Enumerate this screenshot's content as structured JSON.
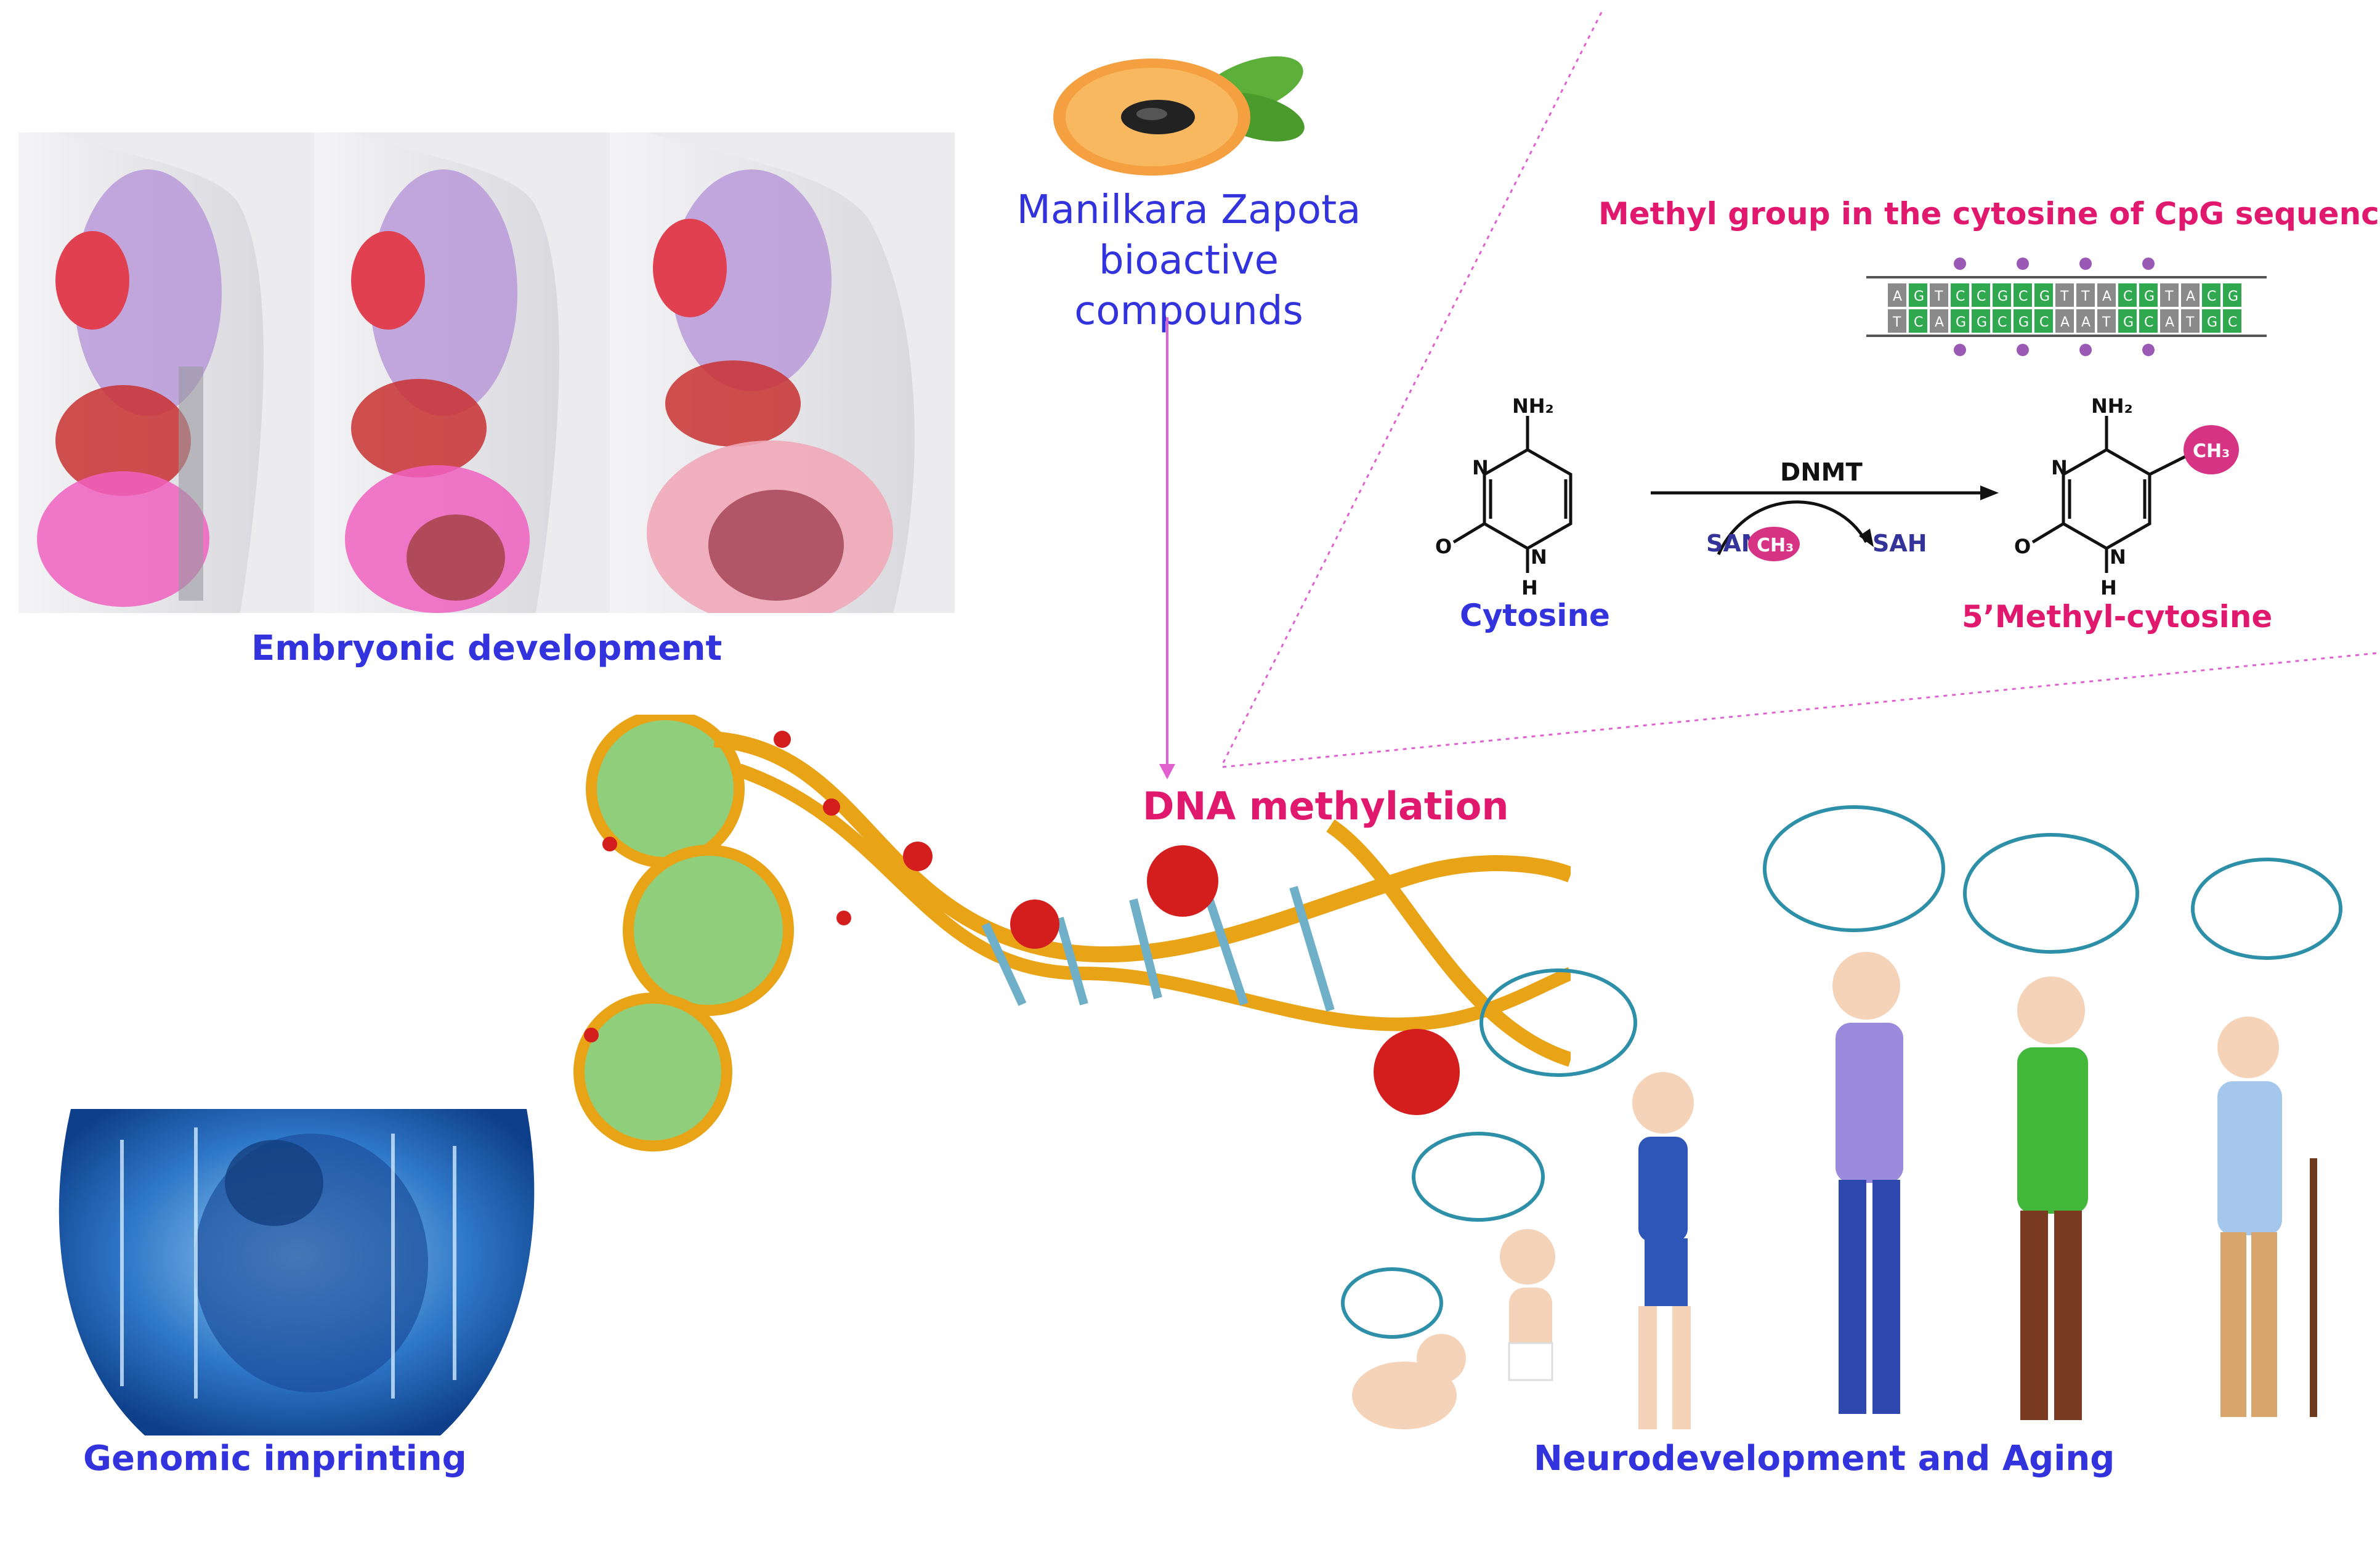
{
  "labels": {
    "embryonic": "Embryonic development",
    "fruit_line1": "Manilkara Zapota",
    "fruit_line2": "bioactive compounds",
    "methyl_group": "Methyl group in the cytosine of CpG sequence",
    "dna_methylation": "DNA methylation",
    "genomic_imprinting": "Genomic imprinting",
    "neuro_aging": "Neurodevelopment and Aging"
  },
  "reaction": {
    "substrate": "Cytosine",
    "product": "5’Methyl-cytosine",
    "enzyme": "DNMT",
    "donor_prefix": "SAM",
    "methyl": "CH₃",
    "byproduct": "SAH",
    "nh2": "NH₂",
    "n": "N",
    "o": "O",
    "h": "H"
  },
  "cpg_strand": {
    "top": [
      "A",
      "G",
      "T",
      "C",
      "C",
      "G",
      "C",
      "G",
      "T",
      "T",
      "A",
      "C",
      "G",
      "T",
      "A",
      "C",
      "G"
    ],
    "bottom": [
      "T",
      "C",
      "A",
      "G",
      "G",
      "C",
      "G",
      "C",
      "A",
      "A",
      "T",
      "G",
      "C",
      "A",
      "T",
      "G",
      "C"
    ]
  },
  "colors": {
    "label_blue": "#3333dd",
    "label_pink": "#e0186e",
    "methyl_pink": "#d63384",
    "arrow_pink": "#e060d0",
    "dna_gold": "#e8a317",
    "histone_green": "#8fce7a",
    "brain_teal": "#2e8fa8"
  },
  "icons": [
    "fruit-icon",
    "body-illustration",
    "dna-helix-illustration",
    "embryo-illustration",
    "brain-icon",
    "person-figure"
  ]
}
